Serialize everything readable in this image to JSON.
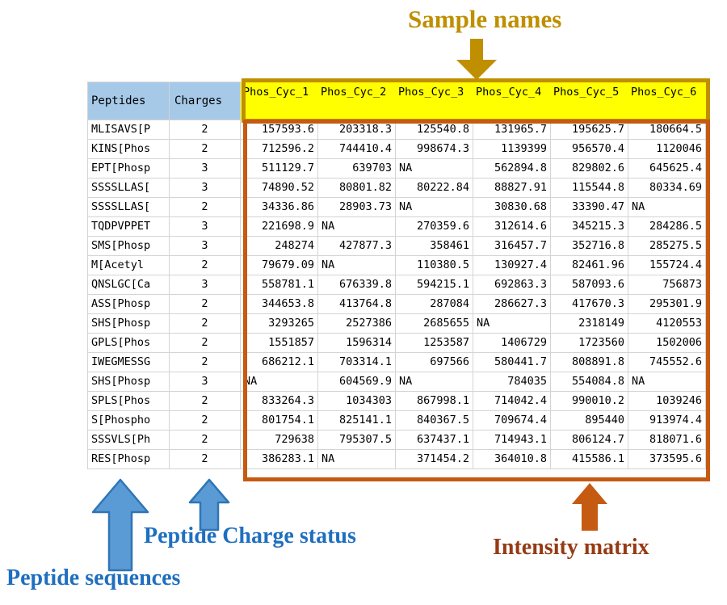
{
  "annotations": {
    "sample_names": {
      "label": "Sample names",
      "color": "#bf8f00",
      "arrow": "down-arrow-icon"
    },
    "peptide_charge": {
      "label": "Peptide Charge status",
      "color": "#1f6fc0",
      "arrow": "up-arrow-icon"
    },
    "peptide_sequences": {
      "label": "Peptide sequences",
      "color": "#1f6fc0",
      "arrow": "up-arrow-icon"
    },
    "intensity_matrix": {
      "label": "Intensity matrix",
      "color": "#963a14",
      "arrow": "up-arrow-icon"
    }
  },
  "table": {
    "headers": {
      "peptides": "Peptides",
      "charges": "Charges",
      "samples": [
        "Phos_Cyc_1",
        "Phos_Cyc_2",
        "Phos_Cyc_3",
        "Phos_Cyc_4",
        "Phos_Cyc_5",
        "Phos_Cyc_6"
      ]
    },
    "header_colors": {
      "annotation_columns": "#a6c9e8",
      "sample_columns": "#ffff00"
    },
    "rows": [
      {
        "peptide": "MLISAVS[P",
        "charge": "2",
        "values": [
          "157593.6",
          "203318.3",
          "125540.8",
          "131965.7",
          "195625.7",
          "180664.5"
        ]
      },
      {
        "peptide": "KINS[Phos",
        "charge": "2",
        "values": [
          "712596.2",
          "744410.4",
          "998674.3",
          "1139399",
          "956570.4",
          "1120046"
        ]
      },
      {
        "peptide": "EPT[Phosp",
        "charge": "3",
        "values": [
          "511129.7",
          "639703",
          "NA",
          "562894.8",
          "829802.6",
          "645625.4"
        ]
      },
      {
        "peptide": "SSSSLLAS[",
        "charge": "3",
        "values": [
          "74890.52",
          "80801.82",
          "80222.84",
          "88827.91",
          "115544.8",
          "80334.69"
        ]
      },
      {
        "peptide": "SSSSLLAS[",
        "charge": "2",
        "values": [
          "34336.86",
          "28903.73",
          "NA",
          "30830.68",
          "33390.47",
          "NA"
        ]
      },
      {
        "peptide": "TQDPVPPET",
        "charge": "3",
        "values": [
          "221698.9",
          "NA",
          "270359.6",
          "312614.6",
          "345215.3",
          "284286.5"
        ]
      },
      {
        "peptide": "SMS[Phosp",
        "charge": "3",
        "values": [
          "248274",
          "427877.3",
          "358461",
          "316457.7",
          "352716.8",
          "285275.5"
        ]
      },
      {
        "peptide": "M[Acetyl",
        "charge": "2",
        "values": [
          "79679.09",
          "NA",
          "110380.5",
          "130927.4",
          "82461.96",
          "155724.4"
        ]
      },
      {
        "peptide": "QNSLGC[Ca",
        "charge": "3",
        "values": [
          "558781.1",
          "676339.8",
          "594215.1",
          "692863.3",
          "587093.6",
          "756873"
        ]
      },
      {
        "peptide": "ASS[Phosp",
        "charge": "2",
        "values": [
          "344653.8",
          "413764.8",
          "287084",
          "286627.3",
          "417670.3",
          "295301.9"
        ]
      },
      {
        "peptide": "SHS[Phosp",
        "charge": "2",
        "values": [
          "3293265",
          "2527386",
          "2685655",
          "NA",
          "2318149",
          "4120553"
        ]
      },
      {
        "peptide": "GPLS[Phos",
        "charge": "2",
        "values": [
          "1551857",
          "1596314",
          "1253587",
          "1406729",
          "1723560",
          "1502006"
        ]
      },
      {
        "peptide": "IWEGMESSG",
        "charge": "2",
        "values": [
          "686212.1",
          "703314.1",
          "697566",
          "580441.7",
          "808891.8",
          "745552.6"
        ]
      },
      {
        "peptide": "SHS[Phosp",
        "charge": "3",
        "values": [
          "NA",
          "604569.9",
          "NA",
          "784035",
          "554084.8",
          "NA"
        ]
      },
      {
        "peptide": "SPLS[Phos",
        "charge": "2",
        "values": [
          "833264.3",
          "1034303",
          "867998.1",
          "714042.4",
          "990010.2",
          "1039246"
        ]
      },
      {
        "peptide": "S[Phospho",
        "charge": "2",
        "values": [
          "801754.1",
          "825141.1",
          "840367.5",
          "709674.4",
          "895440",
          "913974.4"
        ]
      },
      {
        "peptide": "SSSVLS[Ph",
        "charge": "2",
        "values": [
          "729638",
          "795307.5",
          "637437.1",
          "714943.1",
          "806124.7",
          "818071.6"
        ]
      },
      {
        "peptide": "RES[Phosp",
        "charge": "2",
        "values": [
          "386283.1",
          "NA",
          "371454.2",
          "364010.8",
          "415586.1",
          "373595.6"
        ]
      }
    ]
  }
}
